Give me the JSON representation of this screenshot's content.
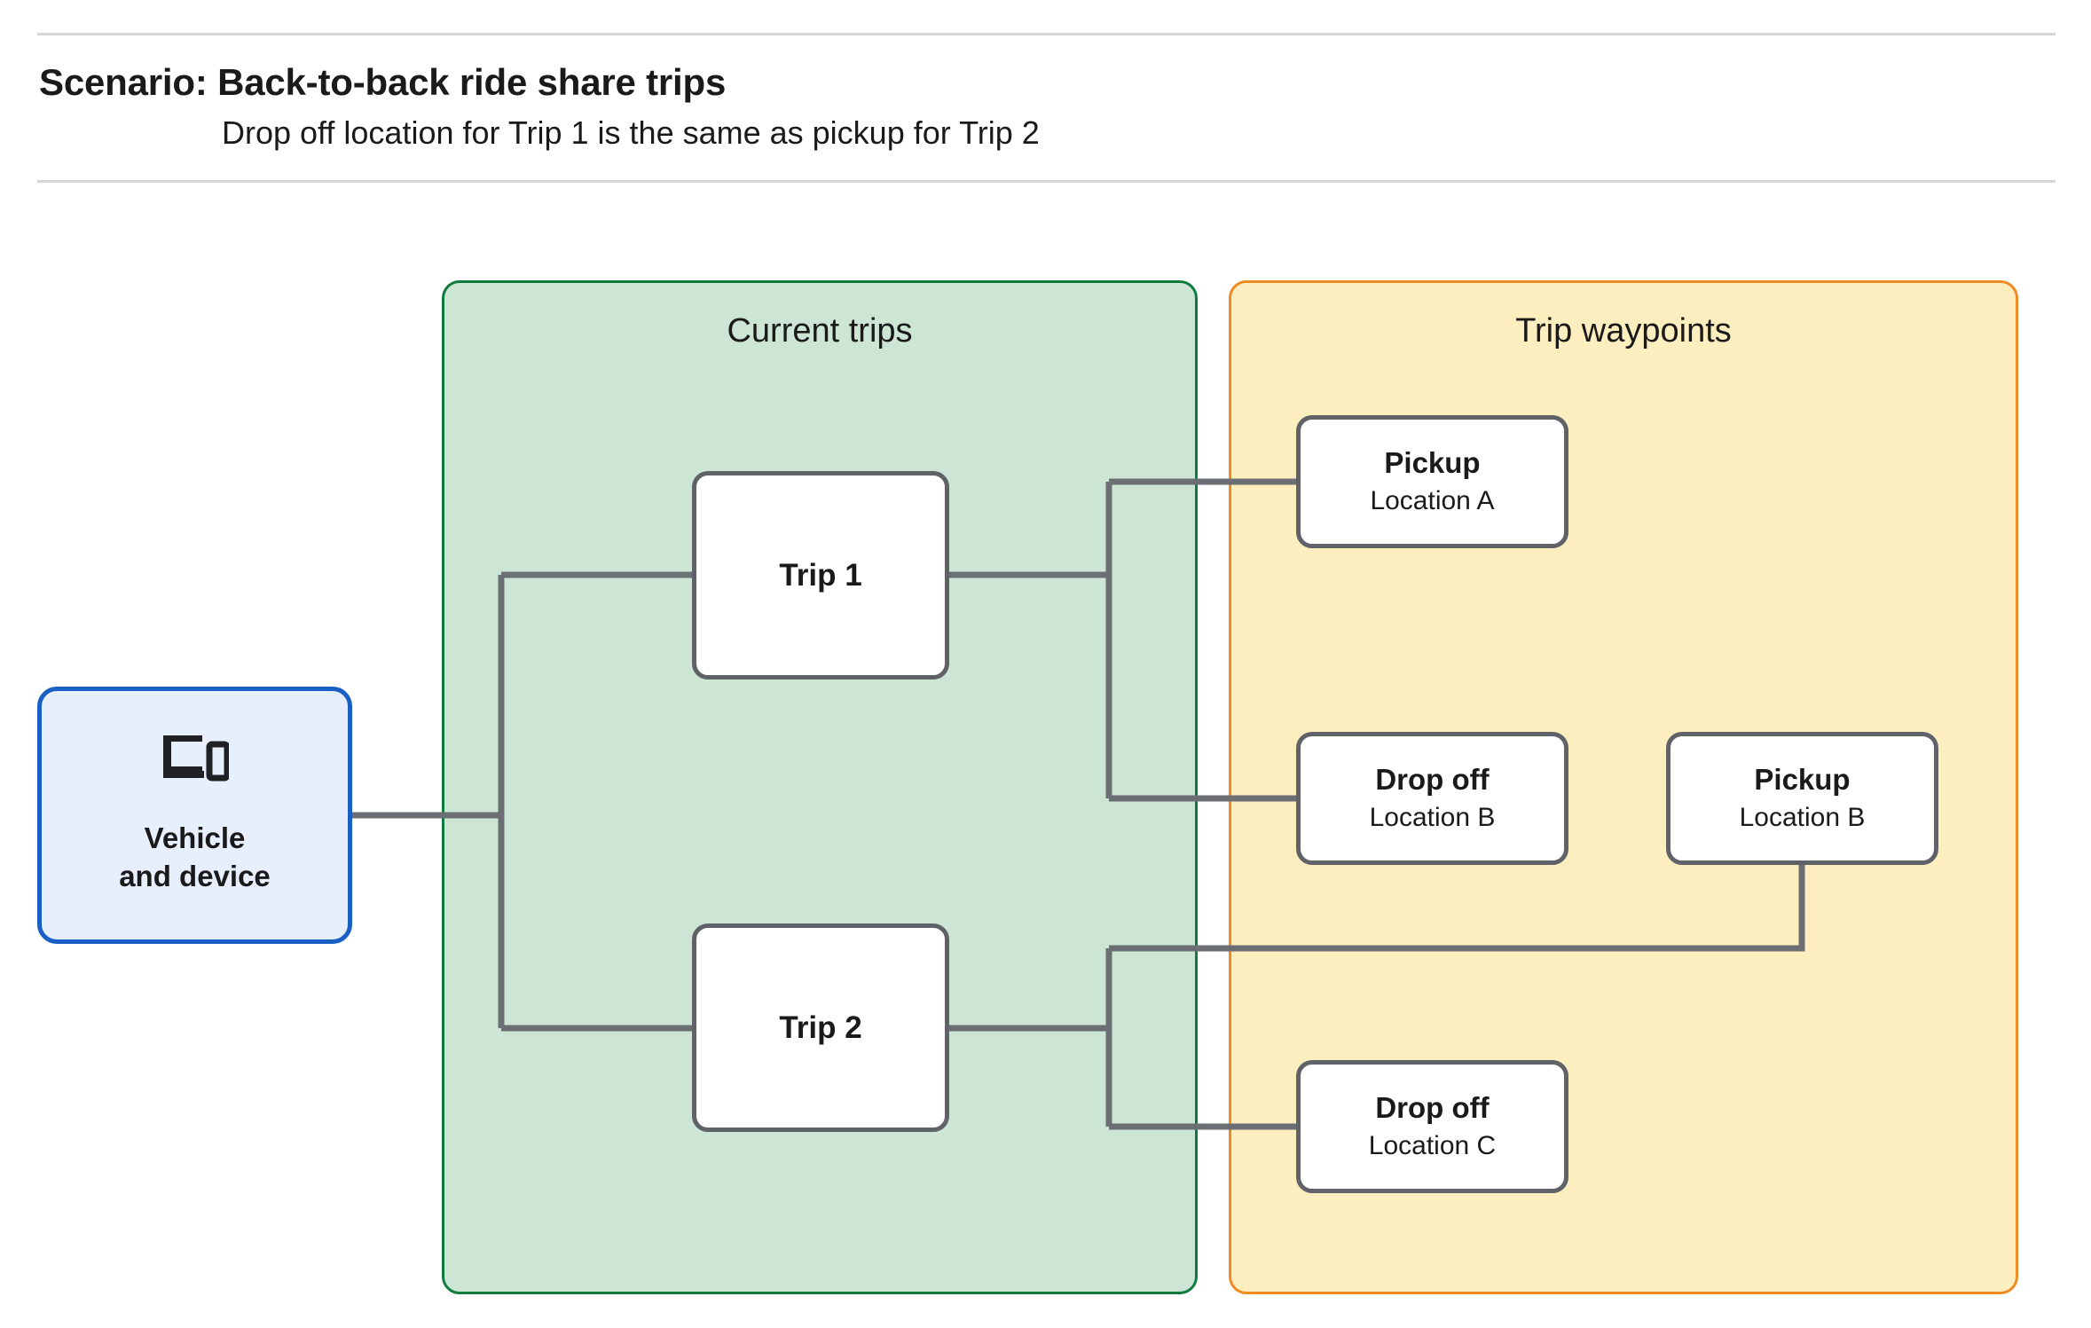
{
  "header": {
    "title": "Scenario: Back-to-back ride share trips",
    "subtitle": "Drop off  location for Trip 1 is the same as pickup for Trip 2"
  },
  "panels": {
    "current_trips": {
      "title": "Current trips",
      "fill": "#cde5d5",
      "border": "#117a3d"
    },
    "trip_waypoints": {
      "title": "Trip waypoints",
      "fill": "#fceebf",
      "border": "#ef8b22"
    }
  },
  "nodes": {
    "vehicle": {
      "icon": "devices-icon",
      "line1": "Vehicle",
      "line2": "and device",
      "fill": "#e7eefc",
      "border": "#1a5fc4"
    },
    "trip_1": {
      "label": "Trip 1"
    },
    "trip_2": {
      "label": "Trip 2"
    },
    "pickup_a": {
      "title": "Pickup",
      "sub": "Location A"
    },
    "dropoff_b": {
      "title": "Drop off",
      "sub": "Location B"
    },
    "pickup_b": {
      "title": "Pickup",
      "sub": "Location B"
    },
    "dropoff_c": {
      "title": "Drop off",
      "sub": "Location C"
    }
  },
  "connector_color": "#6b6f73",
  "diagram_data": {
    "type": "diagram",
    "edges": [
      {
        "from": "vehicle",
        "to": "trip_1"
      },
      {
        "from": "vehicle",
        "to": "trip_2"
      },
      {
        "from": "trip_1",
        "to": "pickup_a"
      },
      {
        "from": "trip_1",
        "to": "dropoff_b"
      },
      {
        "from": "trip_2",
        "to": "pickup_b"
      },
      {
        "from": "trip_2",
        "to": "dropoff_c"
      }
    ]
  }
}
